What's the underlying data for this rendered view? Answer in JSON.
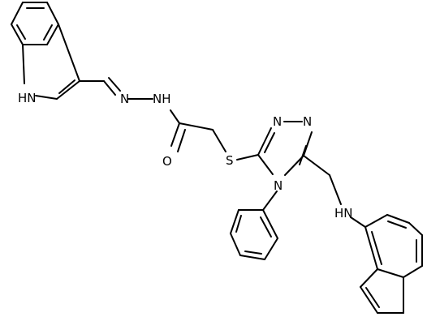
{
  "atoms": [
    {
      "id": "nh_indole",
      "label": "HN"
    },
    {
      "id": "n_imine",
      "label": "N"
    },
    {
      "id": "nh_hydrazide",
      "label": "NH"
    },
    {
      "id": "o_carbonyl",
      "label": "O"
    },
    {
      "id": "s_thioether",
      "label": "S"
    },
    {
      "id": "n_triazole_1",
      "label": "N"
    },
    {
      "id": "n_triazole_2",
      "label": "N"
    },
    {
      "id": "n_triazole_4",
      "label": "N"
    },
    {
      "id": "nh_amine",
      "label": "HN"
    }
  ],
  "colors": {
    "bond": "#000000",
    "text": "#000000",
    "background": "#ffffff"
  }
}
